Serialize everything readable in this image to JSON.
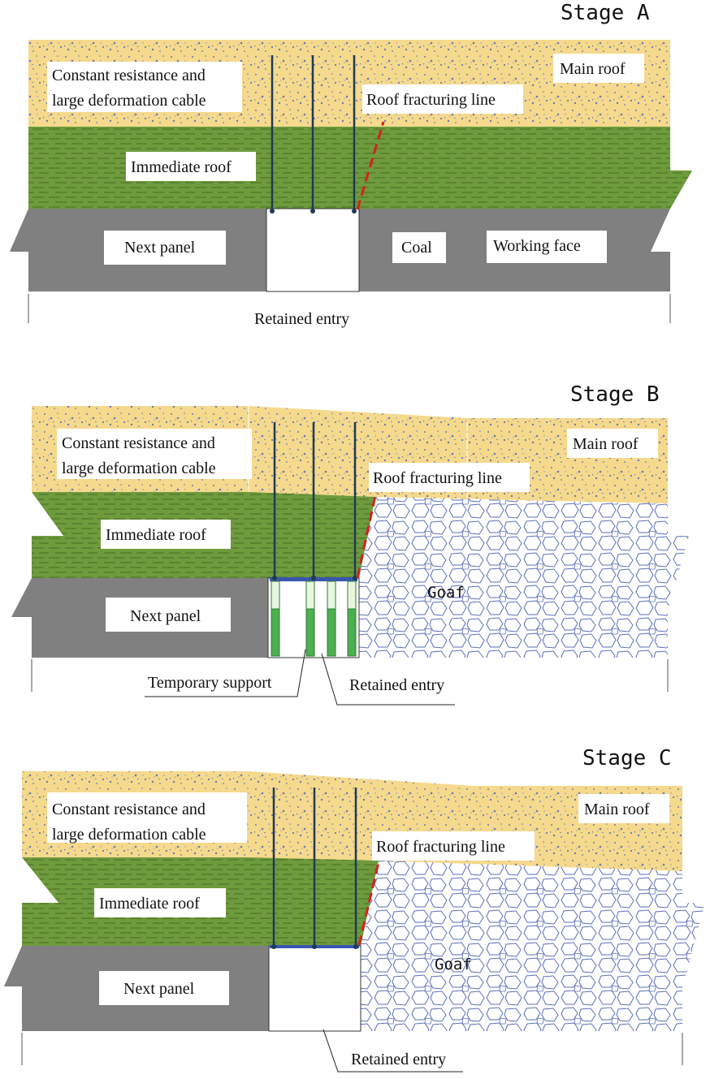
{
  "colors": {
    "main_roof": "#f5d98c",
    "immediate_roof": "#6e9b3c",
    "coal": "#808080",
    "goaf_stroke": "#5a6fb8",
    "cable": "#1f3a57",
    "fracture_line": "#d4221c",
    "support": "#4caf50",
    "beam": "#3a55b0"
  },
  "stages": [
    {
      "title": "Stage A",
      "labels": {
        "cable_1": "Constant resistance and",
        "cable_2": "large deformation cable",
        "main_roof": "Main roof",
        "fracture": "Roof fracturing line",
        "immediate_roof": "Immediate roof",
        "next_panel": "Next panel",
        "coal": "Coal",
        "working_face": "Working face",
        "retained_entry": "Retained entry"
      }
    },
    {
      "title": "Stage B",
      "labels": {
        "cable_1": "Constant resistance and",
        "cable_2": "large deformation cable",
        "main_roof": "Main roof",
        "fracture": "Roof fracturing line",
        "immediate_roof": "Immediate roof",
        "next_panel": "Next panel",
        "goaf": "Goaf",
        "temporary_support": "Temporary support",
        "retained_entry": "Retained entry"
      }
    },
    {
      "title": "Stage C",
      "labels": {
        "cable_1": "Constant resistance and",
        "cable_2": "large deformation cable",
        "main_roof": "Main roof",
        "fracture": "Roof fracturing line",
        "immediate_roof": "Immediate roof",
        "next_panel": "Next panel",
        "goaf": "Goaf",
        "retained_entry": "Retained entry"
      }
    }
  ]
}
